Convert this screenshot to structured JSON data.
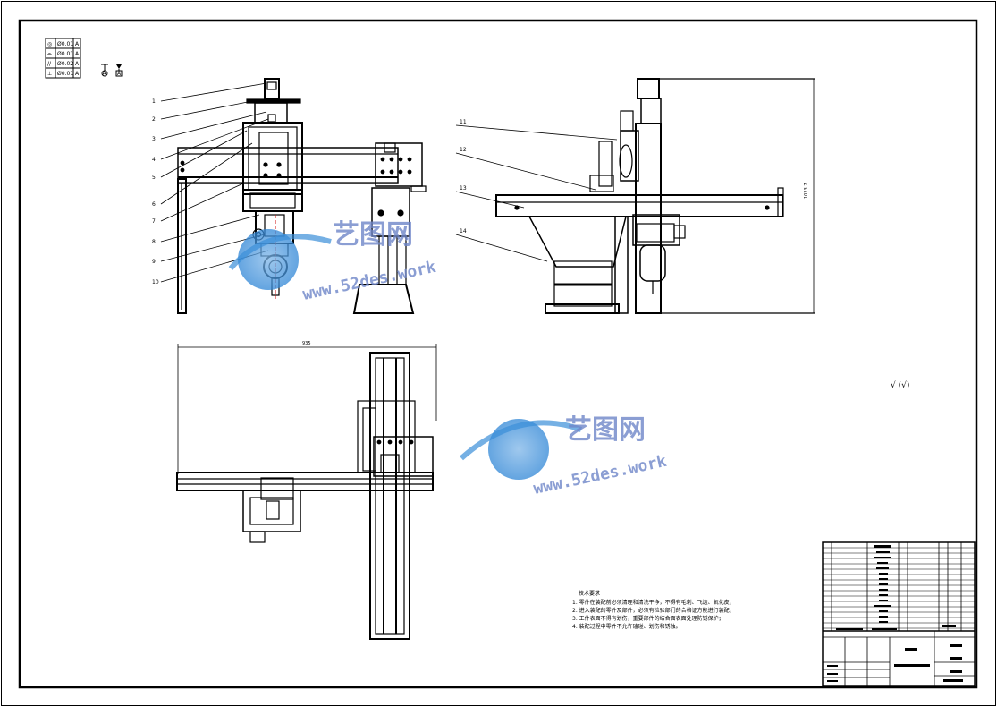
{
  "tolerance_table": [
    {
      "symbol": "◎",
      "value": "Ø0.01",
      "datum": "A"
    },
    {
      "symbol": "⌯",
      "value": "Ø0.01",
      "datum": "A"
    },
    {
      "symbol": "//",
      "value": "Ø0.02",
      "datum": "A"
    },
    {
      "symbol": "⊥",
      "value": "Ø0.01",
      "datum": "A"
    }
  ],
  "datum_symbols": [
    "A",
    "A"
  ],
  "part_labels_front": [
    "1",
    "2",
    "3",
    "4",
    "5",
    "6",
    "7",
    "8",
    "9",
    "10"
  ],
  "part_labels_side": [
    "11",
    "12",
    "13",
    "14"
  ],
  "dimensions": {
    "side_height": "1023.7",
    "top_width": "935"
  },
  "surface_finish": "√ (√)",
  "tech_requirements": {
    "title": "技术要求",
    "items": [
      "1. 零件在装配前必须清理和清洗干净，不得有毛刺、飞边、氧化皮；",
      "2. 进入装配的零件及部件，必须有检验部门的合格证方能进行装配；",
      "3. 工件表面不得有划伤，重要部件的结合面表面处理防锈保护；",
      "4. 装配过程中零件不允许磕碰、划伤和锈蚀。"
    ]
  },
  "watermark": {
    "brand": "艺图网",
    "url": "www.52des.work"
  },
  "colors": {
    "line": "#000000",
    "watermark": "#6f86c9",
    "center": "#d01010"
  }
}
